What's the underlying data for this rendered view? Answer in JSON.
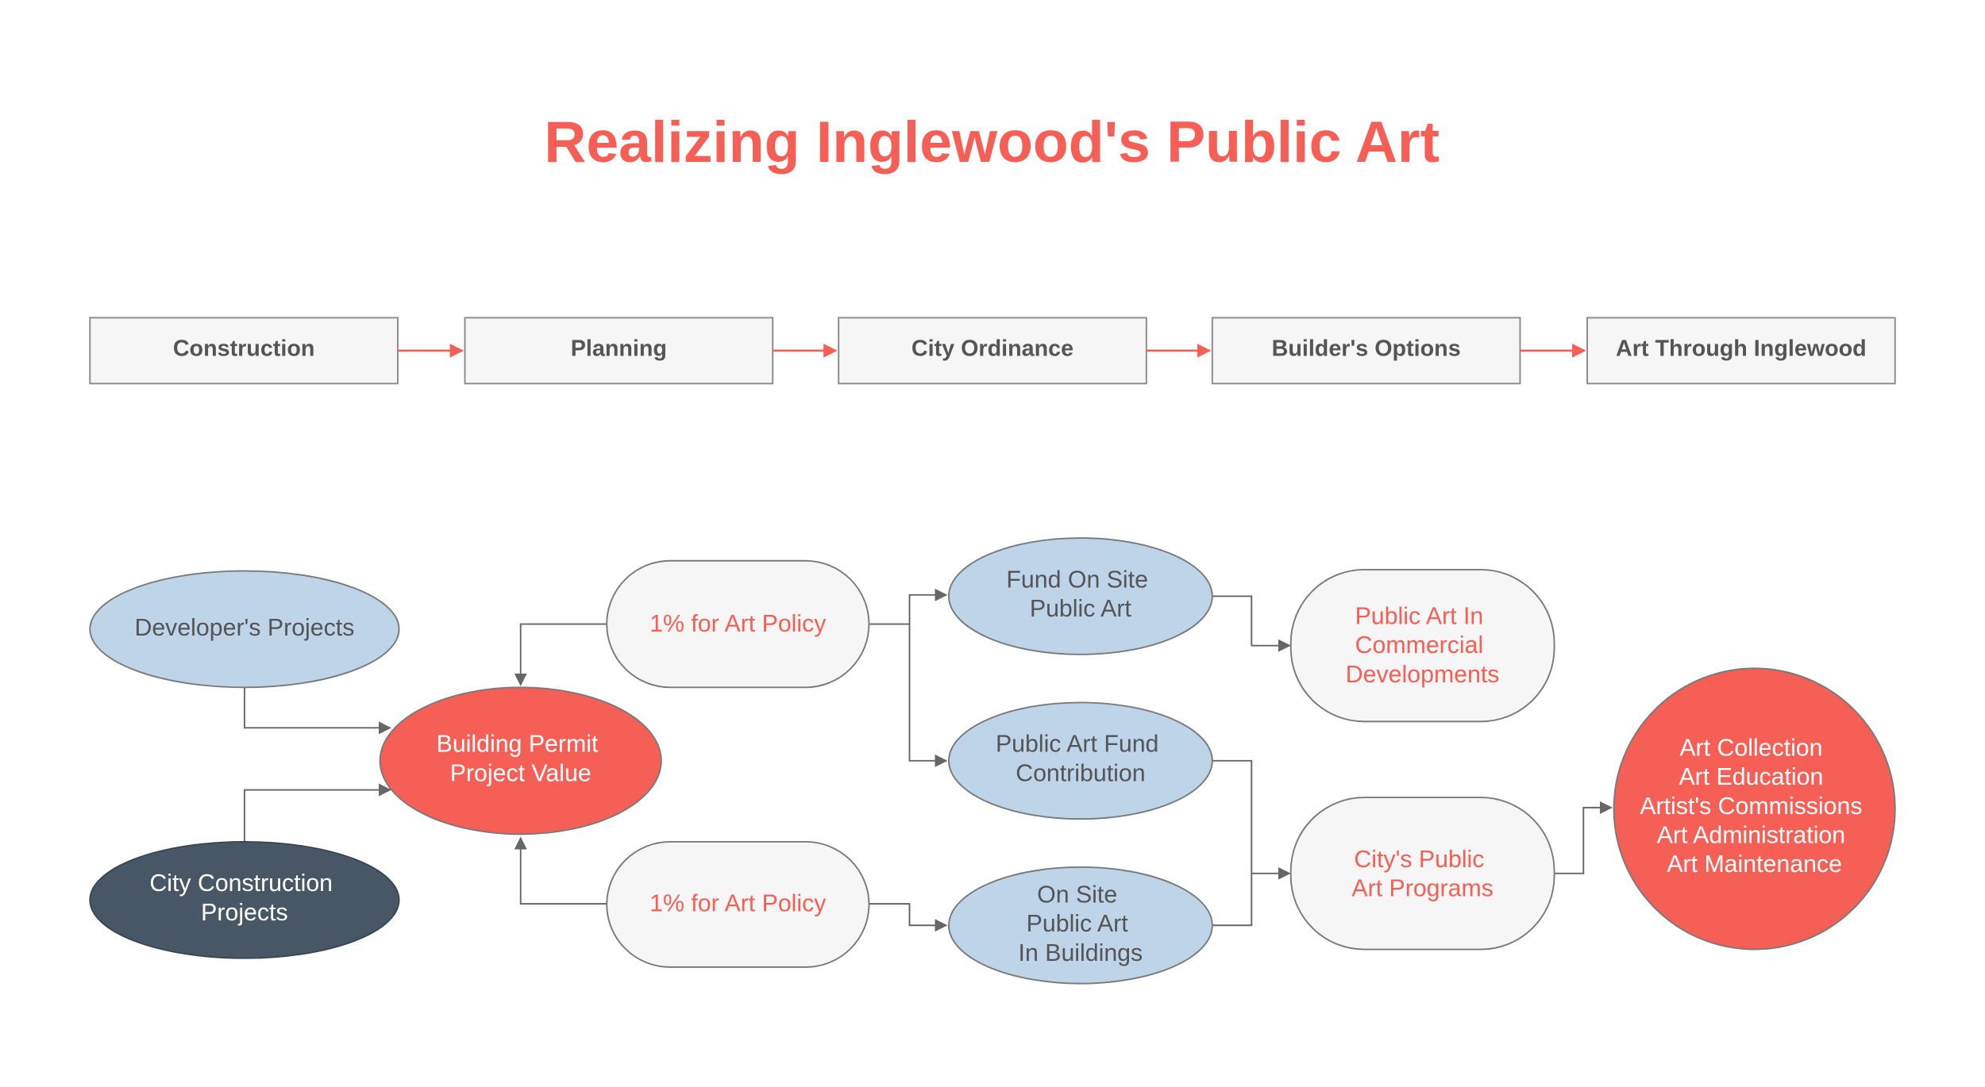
{
  "title": "Realizing Inglewood's Public Art",
  "colors": {
    "accent": "#f55f55",
    "light_blue": "#bdd4e9",
    "dark_slate": "#475766",
    "box_fill": "#f6f6f6",
    "box_stroke": "#8a8a8a",
    "text_gray": "#555555",
    "connector": "#666666"
  },
  "stages": [
    "Construction",
    "Planning",
    "City Ordinance",
    "Builder's Options",
    "Art Through Inglewood"
  ],
  "nodes": {
    "developers_projects": {
      "lines": [
        "Developer's Projects"
      ]
    },
    "city_construction_projects": {
      "lines": [
        "City Construction",
        "Projects"
      ]
    },
    "building_permit": {
      "lines": [
        "Building Permit",
        "Project Value"
      ]
    },
    "art_policy_top": {
      "lines": [
        "1% for Art Policy"
      ]
    },
    "art_policy_bottom": {
      "lines": [
        "1% for Art Policy"
      ]
    },
    "fund_on_site": {
      "lines": [
        "Fund On Site",
        "Public Art"
      ]
    },
    "public_art_fund": {
      "lines": [
        "Public Art Fund",
        "Contribution"
      ]
    },
    "on_site_buildings": {
      "lines": [
        "On Site",
        "Public Art",
        "In Buildings"
      ]
    },
    "commercial_developments": {
      "lines": [
        "Public Art In",
        "Commercial",
        "Developments"
      ]
    },
    "city_programs": {
      "lines": [
        "City's Public",
        "Art Programs"
      ]
    },
    "outcomes": {
      "lines": [
        "Art Collection",
        "Art Education",
        "Artist's Commissions",
        "Art Administration",
        "Art Maintenance"
      ]
    }
  }
}
